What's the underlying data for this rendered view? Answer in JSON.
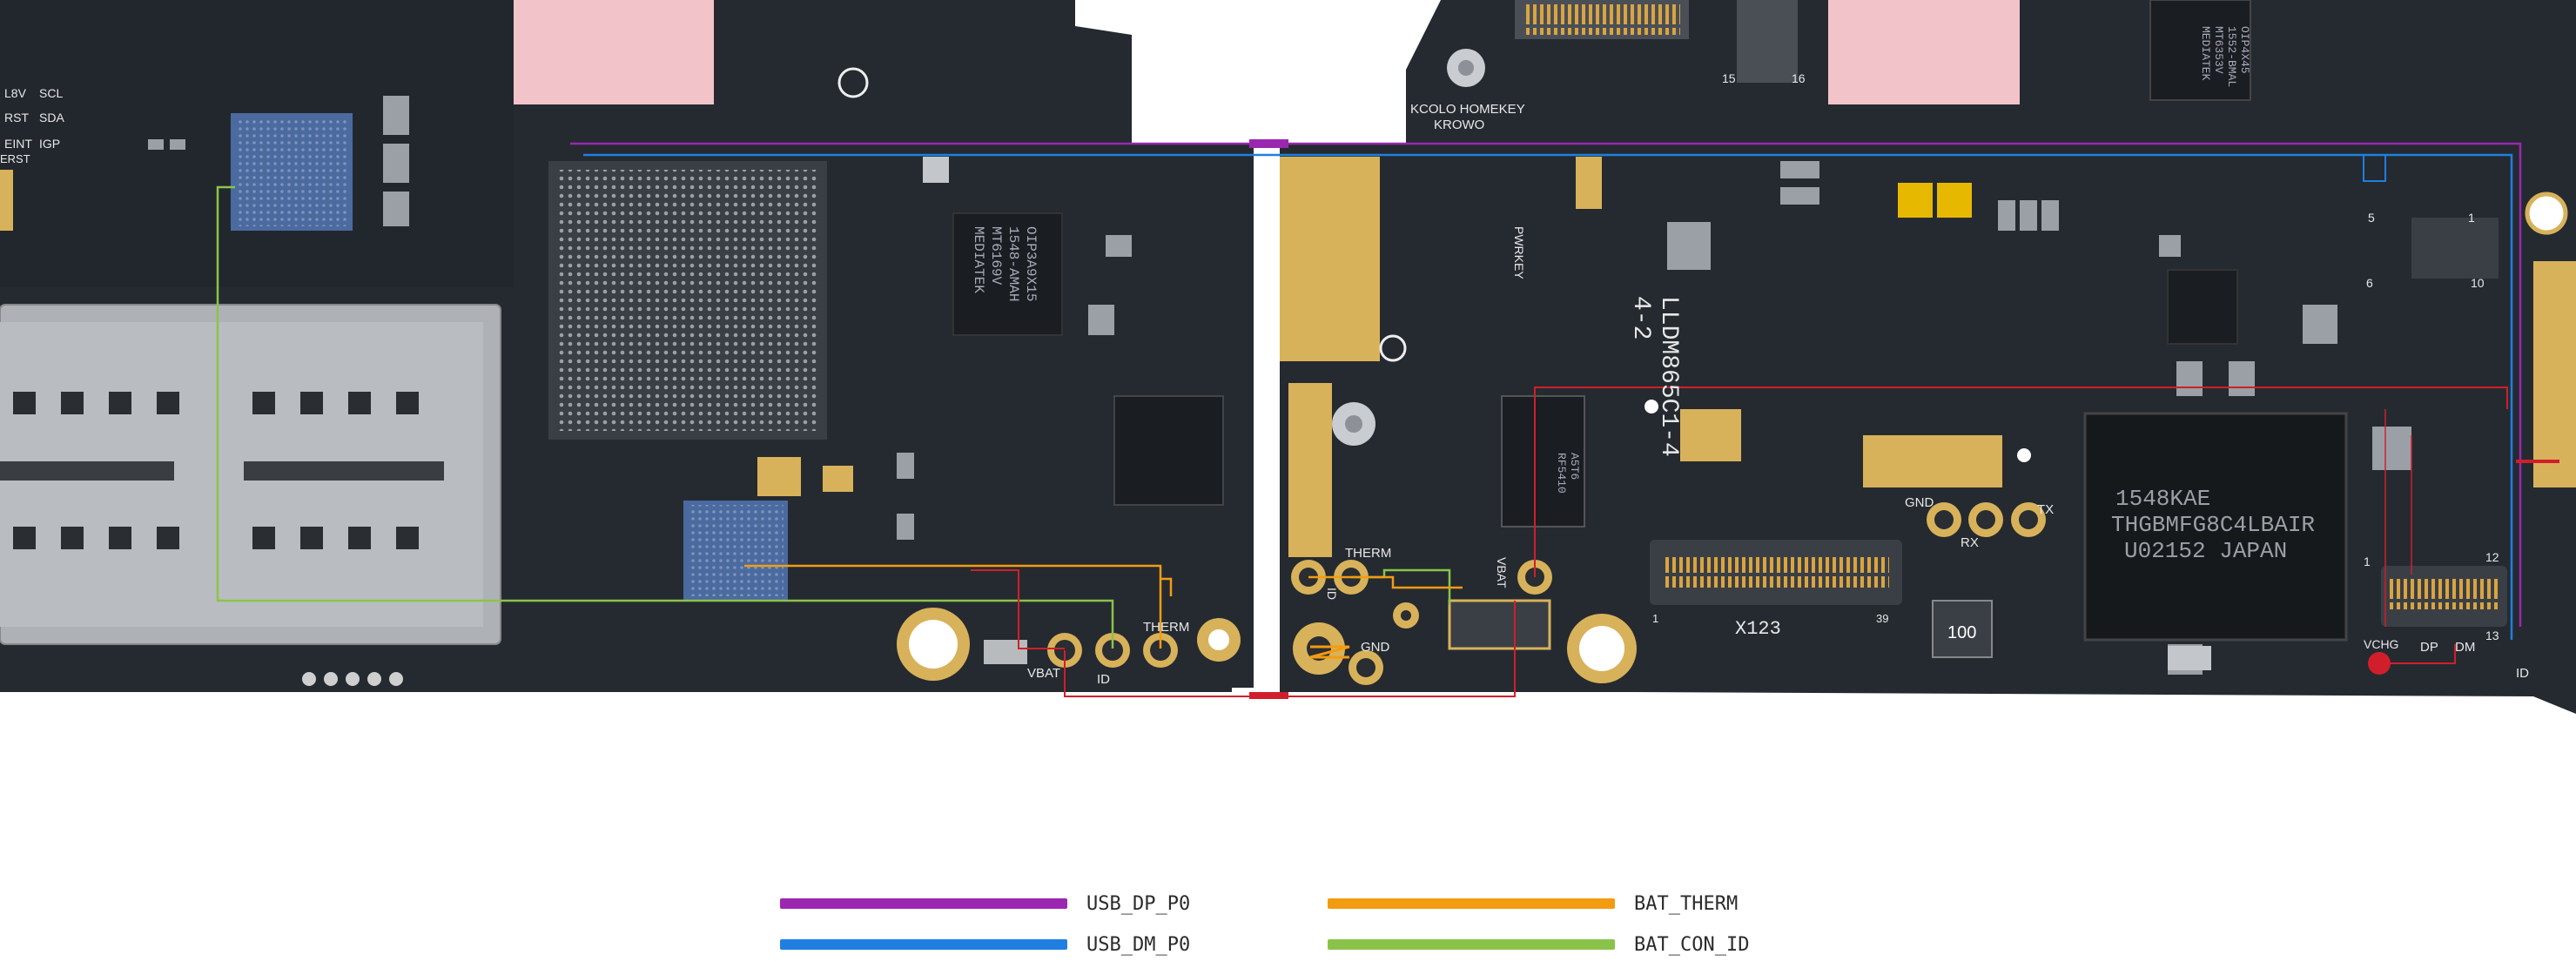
{
  "board": {
    "silkscreen": {
      "i2c": [
        "L8V",
        "SCL",
        "RST",
        "SDA",
        "EINT",
        "IGP",
        "ERST"
      ],
      "chip_left_line1": "MEDIATEK",
      "chip_left_line2": "MT6169V",
      "chip_left_line3": "1548-AMAH",
      "chip_left_line4": "OIP3A9X15",
      "homekey_line1": "KCOLO HOMEKEY",
      "homekey_line2": "KROWO",
      "pwrkey": "PWRKEY",
      "board_id_line1": "LLDM865C1-4",
      "board_id_line2": "4-2",
      "rf_chip": "RF5410",
      "rf_chip2": "A5T6",
      "conn_pin_15": "15",
      "conn_pin_16": "16",
      "chip_right_line1": "MEDIATEK",
      "chip_right_line2": "MT6353V",
      "chip_right_line3": "1552-BMAL",
      "chip_right_line4": "OIP4X45",
      "emmc_line1": "1548KAE",
      "emmc_line2": "THGBMFG8C4LBAIR",
      "emmc_line3": "U02152 JAPAN",
      "connector_name": "X123",
      "connector_pin1": "1",
      "connector_pin39": "39",
      "gnd": "GND",
      "rx": "RX",
      "tx": "TX",
      "therm_left": "THERM",
      "id_left": "ID",
      "vbat_left": "VBAT",
      "therm_right": "THERM",
      "id_right": "ID",
      "vbat_right": "VBAT",
      "gnd_bottom": "GND",
      "inductor": "100",
      "vchg": "VCHG",
      "dp": "DP",
      "dm": "DM",
      "id_usb": "ID",
      "pin_5": "5",
      "pin_1": "1",
      "pin_6": "6",
      "pin_10": "10",
      "pin_12": "12",
      "pin_13": "13",
      "pin_1b": "1"
    }
  },
  "legend": [
    {
      "label": "USB_DP_P0",
      "color": "#9b27b0"
    },
    {
      "label": "USB_DM_P0",
      "color": "#1e7fe0"
    },
    {
      "label": "BAT_THERM",
      "color": "#f39c12"
    },
    {
      "label": "BAT_CON_ID",
      "color": "#8bc34a"
    }
  ],
  "colors": {
    "pcb": "#252a30",
    "pcb_dark": "#1d2126",
    "gold": "#d8b25a",
    "silver": "#aeb2b6",
    "silk": "#e8e8e8",
    "trace_red": "#d01f2b",
    "watermark": "#f2b8be"
  }
}
